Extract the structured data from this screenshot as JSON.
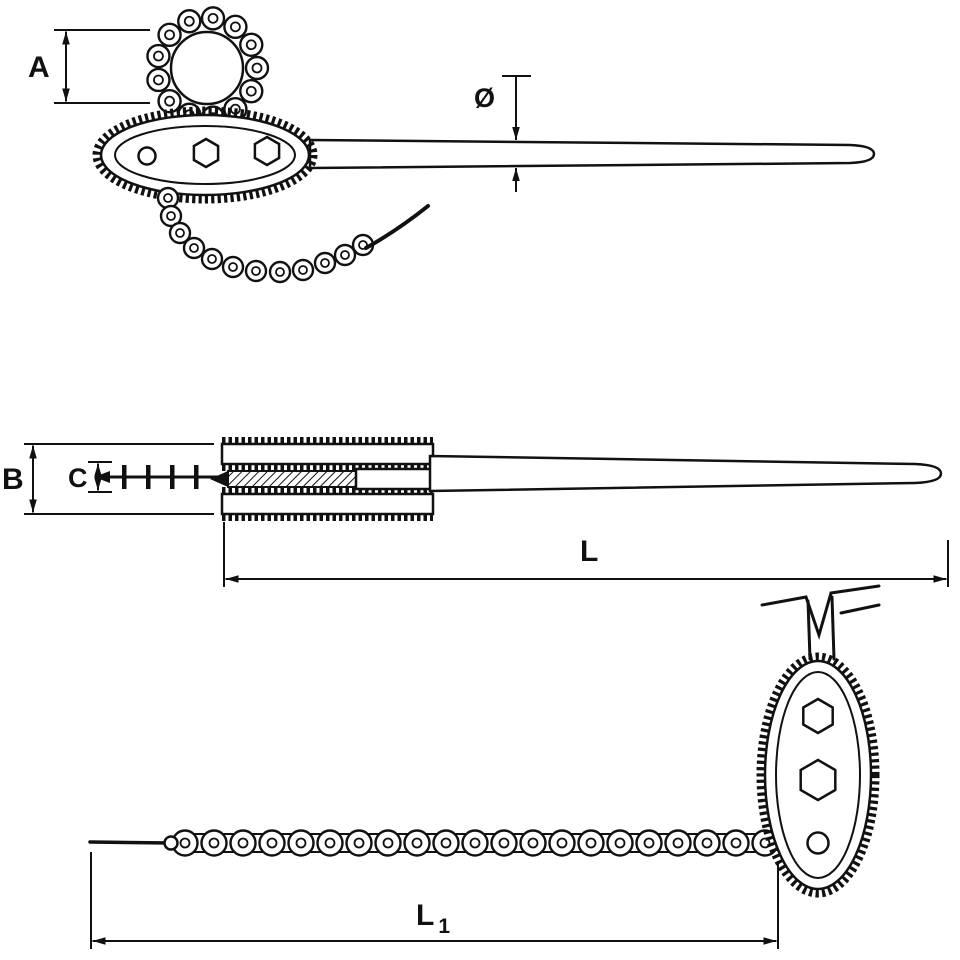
{
  "colors": {
    "ink": "#111111",
    "background": "#ffffff"
  },
  "drawing": {
    "subject": "chain-pipe-wrench-technical-drawing"
  },
  "dimensions": {
    "a": {
      "label": "A"
    },
    "diameter": {
      "label": "Ø"
    },
    "b": {
      "label": "B"
    },
    "c": {
      "label": "C"
    },
    "l": {
      "label": "L"
    },
    "l1": {
      "label": "L",
      "subscript": "1"
    }
  }
}
